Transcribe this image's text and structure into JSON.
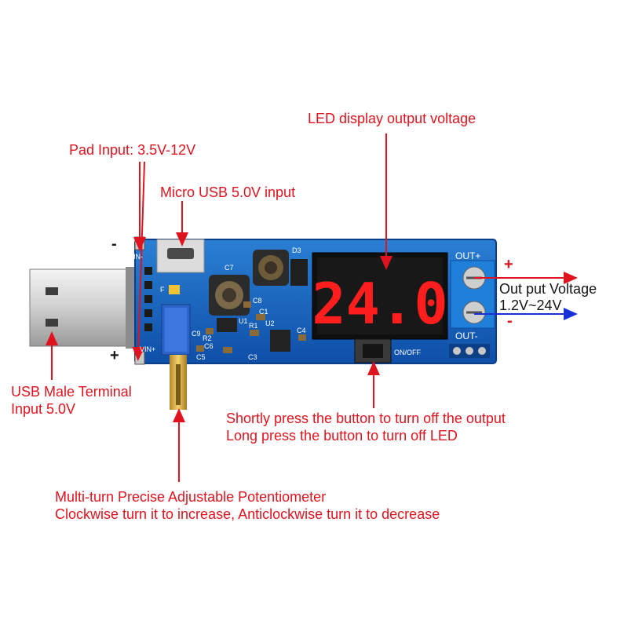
{
  "annotations": {
    "led_display": "LED display output voltage",
    "pad_input": "Pad Input: 3.5V-12V",
    "micro_usb": "Micro USB 5.0V input",
    "usb_male_line1": "USB Male Terminal",
    "usb_male_line2": "Input 5.0V",
    "output_line1": "Out put Voltage",
    "output_line2": "1.2V~24V",
    "button_line1": "Shortly press the button to turn off the output",
    "button_line2": "Long press the button to turn off LED",
    "pot_line1": "Multi-turn Precise Adjustable Potentiometer",
    "pot_line2": "Clockwise turn it to increase, Anticlockwise turn it to decrease"
  },
  "signs": {
    "pad_minus": "-",
    "pad_plus": "+",
    "out_plus": "+",
    "out_minus": "-"
  },
  "board": {
    "display_reading": "24.0",
    "silk": {
      "vin_minus": "VIN-",
      "vin_plus": "VIN+",
      "out_plus": "OUT+",
      "out_minus": "OUT-",
      "on_off": "ON/OFF",
      "d3": "D3",
      "c7": "C7",
      "c8": "C8",
      "c1": "C1",
      "r1": "R1",
      "u1": "U1",
      "u2": "U2",
      "c9": "C9",
      "r2": "R2",
      "c6": "C6",
      "c5": "C5",
      "c3": "C3",
      "c4": "C4",
      "f": "F"
    }
  },
  "colors": {
    "pcb": "#1565c0",
    "annotation_red": "#e0141e",
    "arrow_blue": "#1a2fd6",
    "led_red": "#ff1e1e"
  }
}
